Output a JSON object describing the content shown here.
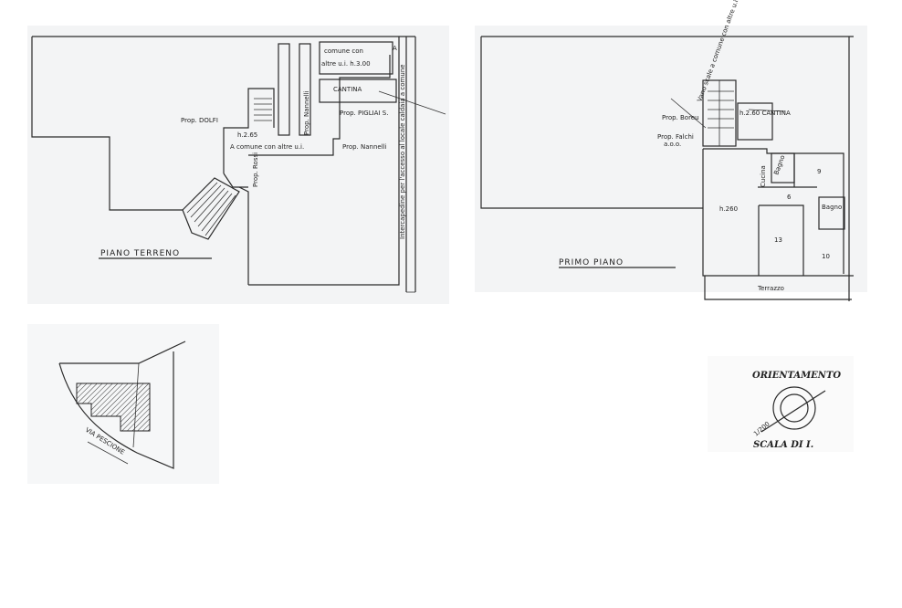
{
  "ground_floor": {
    "title": "PIANO TERRENO",
    "labels": {
      "common_top": "comune con",
      "common_top2": "altre u.i. h.3.00",
      "cantina": "CANTINA",
      "prop_dolfi": "Prop. DOLFI",
      "prop_pigliai": "Prop. PIGLIAI S.",
      "prop_nannelli": "Prop. Nannelli",
      "height": "h.2.65",
      "common": "A comune con altre u.i.",
      "prop_vertical": "Prop. Rossi",
      "prop_small": "Prop. Nannelli",
      "intercapedine": "Intercapedine per l'accesso al locale caldaia a comune",
      "marker": "A"
    }
  },
  "first_floor": {
    "title": "PRIMO PIANO",
    "labels": {
      "vano_scale": "Vano scale a comune con altre u.i.",
      "cantina": "h.2.60 CANTINA",
      "prop_boreu": "Prop. Boreu",
      "prop_falchi": "Prop. Falchi",
      "prop_falchi_sub": "a.o.o.",
      "cucina": "Cucina",
      "bagno1": "Bagno",
      "bagno2": "Bagno",
      "height": "h.260",
      "terrazzo": "Terrazzo",
      "room_numbers": [
        "9",
        "13",
        "10",
        "6"
      ]
    }
  },
  "site_plan": {
    "street": "VIA PESCIONE"
  },
  "orientation": {
    "title": "ORIENTAMENTO",
    "scale": "SCALA DI I.",
    "hand_note": "1/200"
  }
}
